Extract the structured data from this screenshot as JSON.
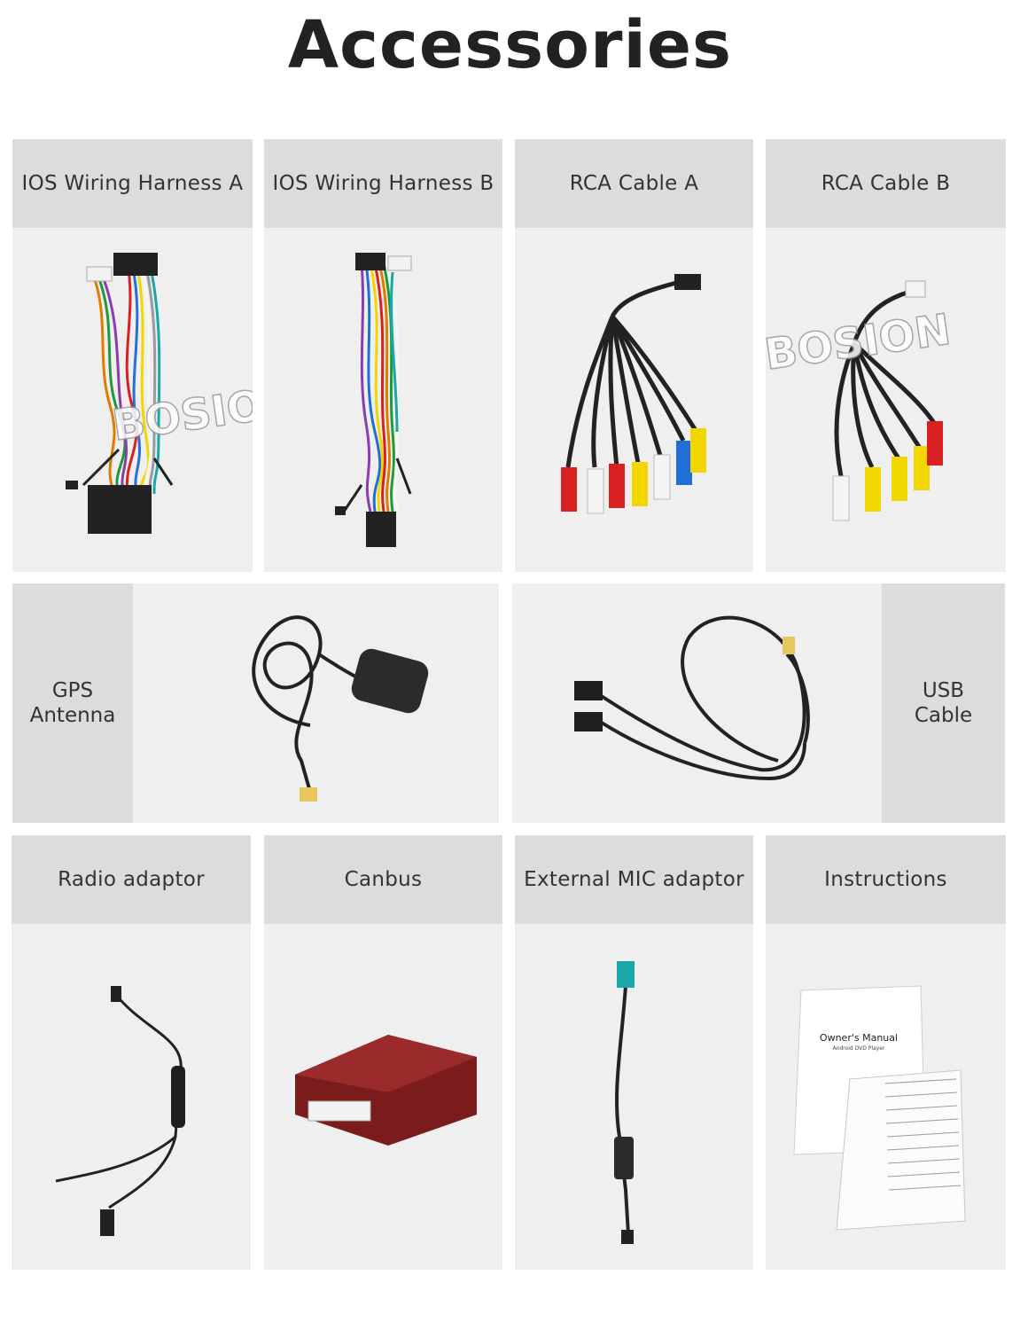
{
  "page": {
    "title": "Accessories"
  },
  "watermark": "BOSION",
  "items": [
    {
      "label": "IOS Wiring Harness A"
    },
    {
      "label": "IOS Wiring Harness B"
    },
    {
      "label": "RCA Cable A"
    },
    {
      "label": "RCA Cable B"
    },
    {
      "label": "GPS\nAntenna"
    },
    {
      "label": "USB\nCable"
    },
    {
      "label": "Radio adaptor"
    },
    {
      "label": "Canbus"
    },
    {
      "label": "External MIC adaptor"
    },
    {
      "label": "Instructions"
    }
  ],
  "manual": {
    "title": "Owner's Manual",
    "subtitle": "Android DVD Player"
  },
  "colors": {
    "panel": "#efefef",
    "header": "#dcdcdc",
    "red": "#d82020",
    "yellow": "#f2d600",
    "blue": "#1f6fd6",
    "white_plug": "#f4f4f4"
  }
}
